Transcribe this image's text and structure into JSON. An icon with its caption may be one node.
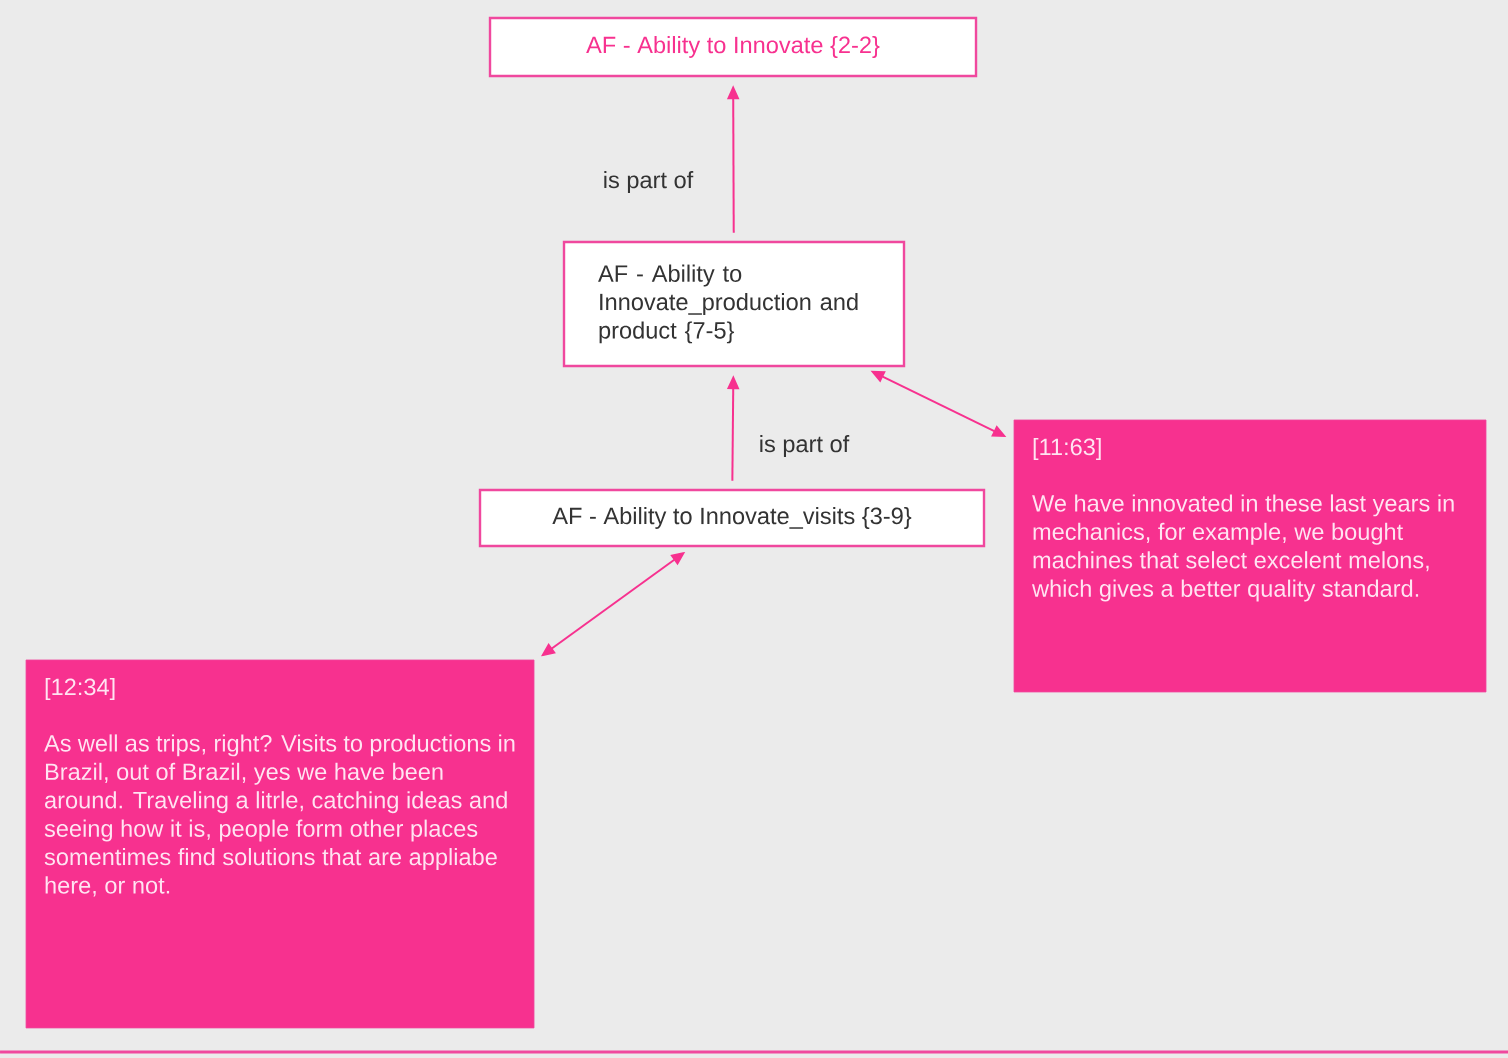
{
  "diagram": {
    "nodes": [
      {
        "text": [
          "AF - Ability to Innovate {2-2}"
        ]
      },
      {
        "text": [
          "AF - Ability to Innovate_production and product {7-5}"
        ]
      },
      {
        "text": [
          "AF - Ability to Innovate_visits {3-9}"
        ]
      },
      {
        "text": [
          "[11:63]",
          "We have innovated in these last years in mechanics, for example, we bought machines that select excelent melons, which gives a better quality standard."
        ]
      },
      {
        "text": [
          "[12:34]",
          "As well as trips, right? Visits to productions in Brazil, out of Brazil, yes we have been around. Traveling a litrle, catching ideas and seeing how it is, people form other places somentimes find solutions that are appliabe here, or not."
        ]
      }
    ],
    "edges": [
      {
        "from": 1,
        "to": 0,
        "arrow": "to",
        "label": "is part of"
      },
      {
        "from": 2,
        "to": 1,
        "arrow": "to",
        "label": "is part of"
      },
      {
        "from": 1,
        "to": 3,
        "arrow": "both"
      },
      {
        "from": 2,
        "to": 4,
        "arrow": "both"
      }
    ]
  }
}
